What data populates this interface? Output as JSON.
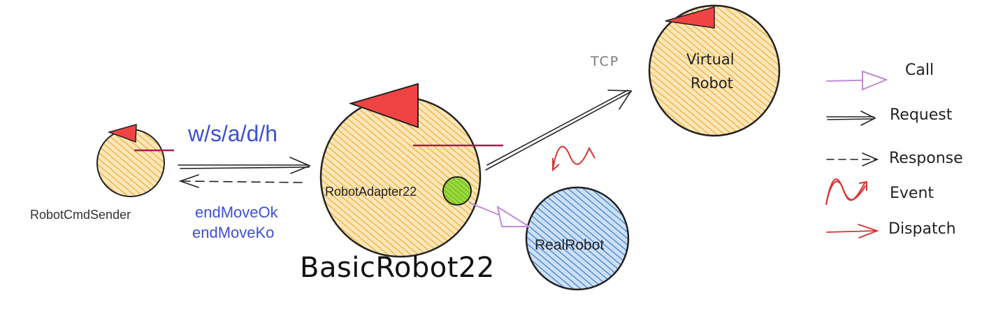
{
  "colors": {
    "orange_fill": "#f2b544",
    "blue_fill": "#4f8fd6",
    "red_flag": "#f04444",
    "dark_red_line": "#a3204a",
    "green_port": "#7ac21f",
    "call_purple": "#c08bd6",
    "event_red": "#d93232",
    "blue_text": "#3d4fd6",
    "stroke": "#222222",
    "gray_text": "#7a7a7a"
  },
  "nodes": {
    "cmd_sender": {
      "label": "RobotCmdSender"
    },
    "basic_robot": {
      "label": "BasicRobot22"
    },
    "adapter": {
      "label": "RobotAdapter22"
    },
    "virtual_robot": {
      "label_line1": "Virtual",
      "label_line2": "Robot"
    },
    "real_robot": {
      "label": "RealRobot"
    }
  },
  "edges": {
    "commands": "w/s/a/d/h",
    "response_line1": "endMoveOk",
    "response_line2": "endMoveKo",
    "tcp": "TCP"
  },
  "legend": {
    "call": "Call",
    "request": "Request",
    "response": "Response",
    "event": "Event",
    "dispatch": "Dispatch"
  }
}
